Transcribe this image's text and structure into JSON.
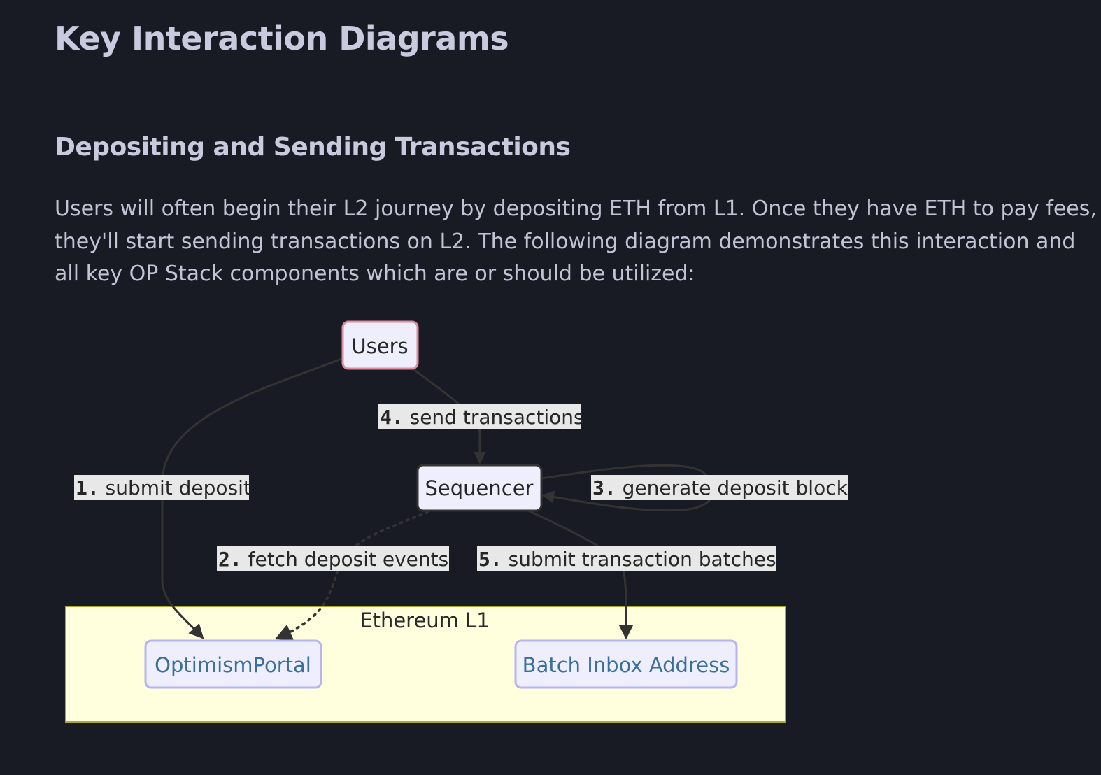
{
  "page": {
    "title": "Key Interaction Diagrams",
    "section_title": "Depositing and Sending Transactions",
    "paragraph": "Users will often begin their L2 journey by depositing ETH from L1. Once they have ETH to pay fees, they'll start sending transactions on L2. The following diagram demonstrates this interaction and all key OP Stack components which are or should be utilized:"
  },
  "diagram": {
    "nodes": {
      "users": "Users",
      "sequencer": "Sequencer",
      "optimism_portal": "OptimismPortal",
      "batch_inbox": "Batch Inbox Address"
    },
    "subgraph": {
      "label": "Ethereum L1"
    },
    "edges": [
      {
        "num": "1.",
        "text": " submit deposit",
        "style": "solid"
      },
      {
        "num": "2.",
        "text": " fetch deposit events",
        "style": "dotted"
      },
      {
        "num": "3.",
        "text": " generate deposit block",
        "style": "solid"
      },
      {
        "num": "4.",
        "text": " send transactions",
        "style": "solid"
      },
      {
        "num": "5.",
        "text": " submit transaction batches",
        "style": "solid"
      }
    ],
    "colors": {
      "background": "#181b24",
      "users_border": "#e08ca0",
      "node_fill": "#eeeefc",
      "l1_fill": "#ffffde",
      "l1_border": "#aaaa33",
      "l1_node_border": "#b6b4f2",
      "edge_label_bg": "#e8e8e8",
      "edge_stroke": "#333333"
    }
  }
}
